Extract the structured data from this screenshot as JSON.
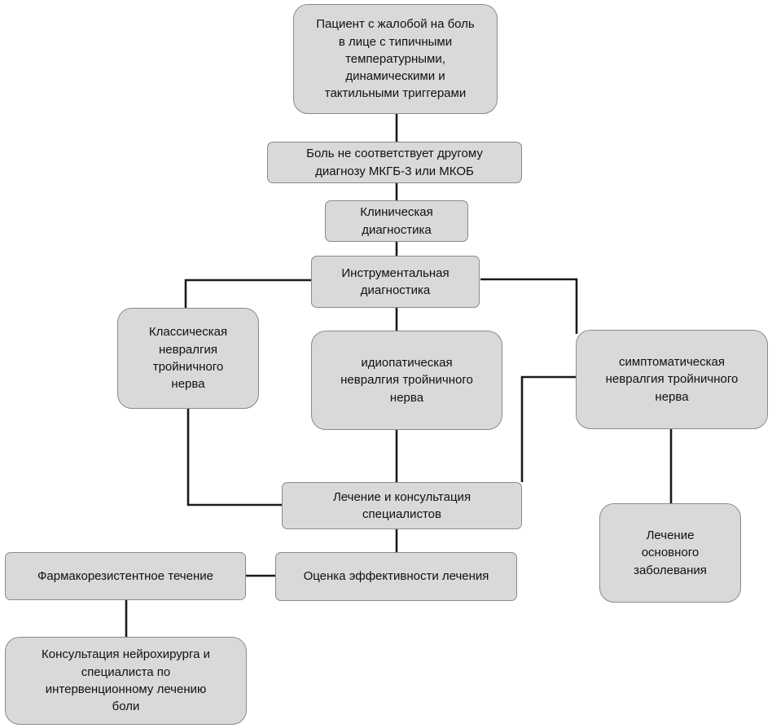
{
  "diagram": {
    "nodes": {
      "patient": "Пациент с жалобой на боль\nв лице с типичными\nтемпературными,\nдинамическими и\nтактильными триггерами",
      "no_other_diagnosis": "Боль не соответствует другому\nдиагнозу МКГБ-3 или МКОБ",
      "clinical_diagnostics": "Клиническая\nдиагностика",
      "instrumental_diagnostics": "Инструментальная\nдиагностика",
      "classic_neuralgia": "Классическая\nневралгия\nтройничного\nнерва",
      "idiopathic_neuralgia": "идиопатическая\nневралгия тройничного\nнерва",
      "symptomatic_neuralgia": "симптоматическая\nневралгия тройничного\nнерва",
      "treatment_consultation": "Лечение и консультация\nспециалистов",
      "treatment_evaluation": "Оценка эффективности лечения",
      "pharmacoresistant": "Фармакорезистентное течение",
      "underlying_disease": "Лечение\nосновного\nзаболевания",
      "neurosurgeon_consultation": "Консультация нейрохирурга и\nспециалиста по\nинтервенционному лечению\nболи"
    }
  }
}
